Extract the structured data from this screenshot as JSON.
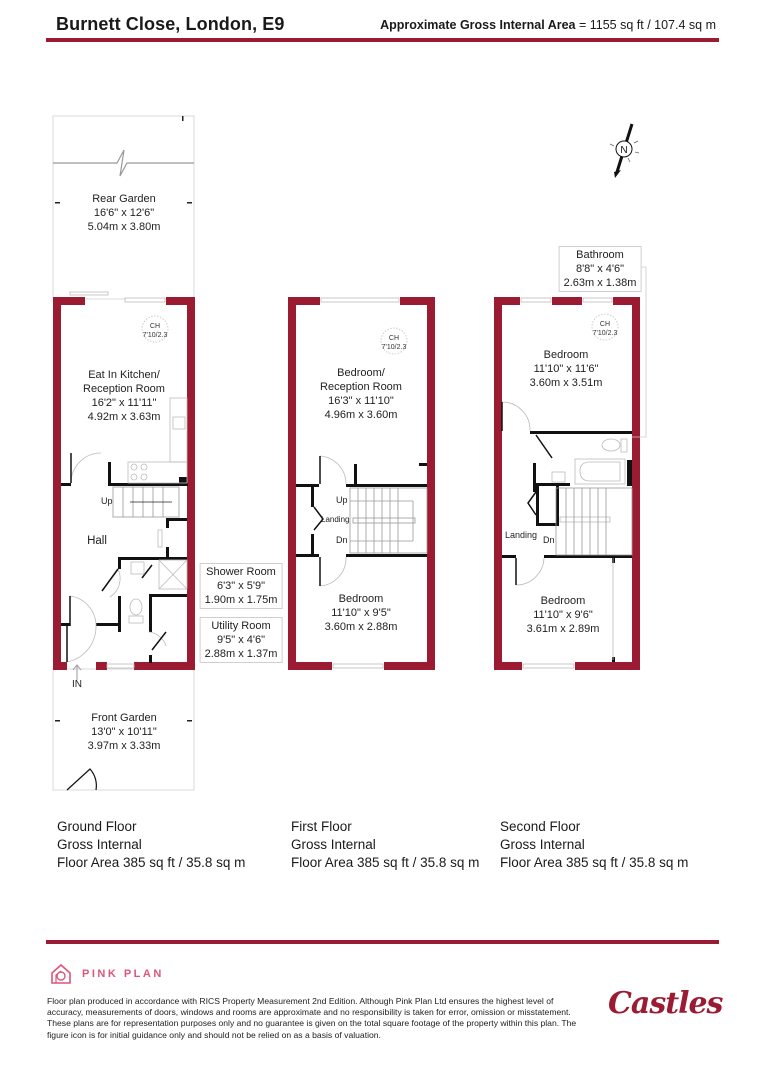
{
  "header": {
    "address": "Burnett Close, London, E9",
    "area_label": "Approximate Gross Internal Area",
    "area_value": "= 1155 sq ft / 107.4 sq m"
  },
  "colors": {
    "wall": "#9b1c32",
    "brand_pink": "#d9577a",
    "rule": "#9b1c32"
  },
  "compass": {
    "label": "N",
    "icon": "north-arrow-icon"
  },
  "ground_floor": {
    "rooms": [
      {
        "name": "Rear Garden",
        "imperial": "16'6\" x 12'6\"",
        "metric": "5.04m x 3.80m"
      },
      {
        "name": "Eat In Kitchen/ Reception Room",
        "name_line1": "Eat In Kitchen/",
        "name_line2": "Reception Room",
        "imperial": "16'2\" x 11'11\"",
        "metric": "4.92m x 3.63m"
      },
      {
        "name": "Hall"
      },
      {
        "name": "Shower Room",
        "imperial": "6'3\" x 5'9\"",
        "metric": "1.90m x 1.75m"
      },
      {
        "name": "Utility Room",
        "imperial": "9'5\" x 4'6\"",
        "metric": "2.88m x 1.37m"
      },
      {
        "name": "Front Garden",
        "imperial": "13'0\" x 10'11\"",
        "metric": "3.97m x 3.33m"
      }
    ],
    "ch": {
      "line1": "CH",
      "line2": "7'10/2.3"
    },
    "stairs_label": "Up",
    "entrance_label": "IN"
  },
  "first_floor": {
    "rooms": [
      {
        "name_line1": "Bedroom/",
        "name_line2": "Reception Room",
        "imperial": "16'3\" x 11'10\"",
        "metric": "4.96m x 3.60m"
      },
      {
        "name": "Bedroom",
        "imperial": "11'10\" x 9'5\"",
        "metric": "3.60m x 2.88m"
      }
    ],
    "ch": {
      "line1": "CH",
      "line2": "7'10/2.3"
    },
    "up_label": "Up",
    "landing_label": "Landing",
    "down_label": "Dn"
  },
  "second_floor": {
    "rooms": [
      {
        "name": "Bathroom",
        "imperial": "8'8\" x 4'6\"",
        "metric": "2.63m x 1.38m"
      },
      {
        "name": "Bedroom",
        "imperial": "11'10\" x 11'6\"",
        "metric": "3.60m x 3.51m"
      },
      {
        "name": "Bedroom",
        "imperial": "11'10\" x 9'6\"",
        "metric": "3.61m x 2.89m"
      }
    ],
    "ch": {
      "line1": "CH",
      "line2": "7'10/2.3"
    },
    "landing_label": "Landing",
    "down_label": "Dn"
  },
  "floor_summaries": [
    {
      "floor": "Ground Floor",
      "line2": "Gross Internal",
      "line3": "Floor Area 385 sq ft / 35.8 sq m"
    },
    {
      "floor": "First Floor",
      "line2": "Gross Internal",
      "line3": "Floor Area 385 sq ft / 35.8 sq m"
    },
    {
      "floor": "Second Floor",
      "line2": "Gross Internal",
      "line3": "Floor Area 385 sq ft / 35.8 sq m"
    }
  ],
  "footer": {
    "brand": "PINK PLAN",
    "disclaimer": "Floor plan produced in accordance with RICS Property Measurement 2nd Edition. Although Pink Plan Ltd ensures the highest level of accuracy, measurements of doors, windows and rooms are approximate and no responsibility is taken for error, omission or misstatement. These plans are for representation purposes only and no guarantee is given on the total square footage of the property within this plan. The figure icon is for initial guidance only and should not be relied on as a basis of valuation.",
    "agent_logo": "Castles"
  }
}
